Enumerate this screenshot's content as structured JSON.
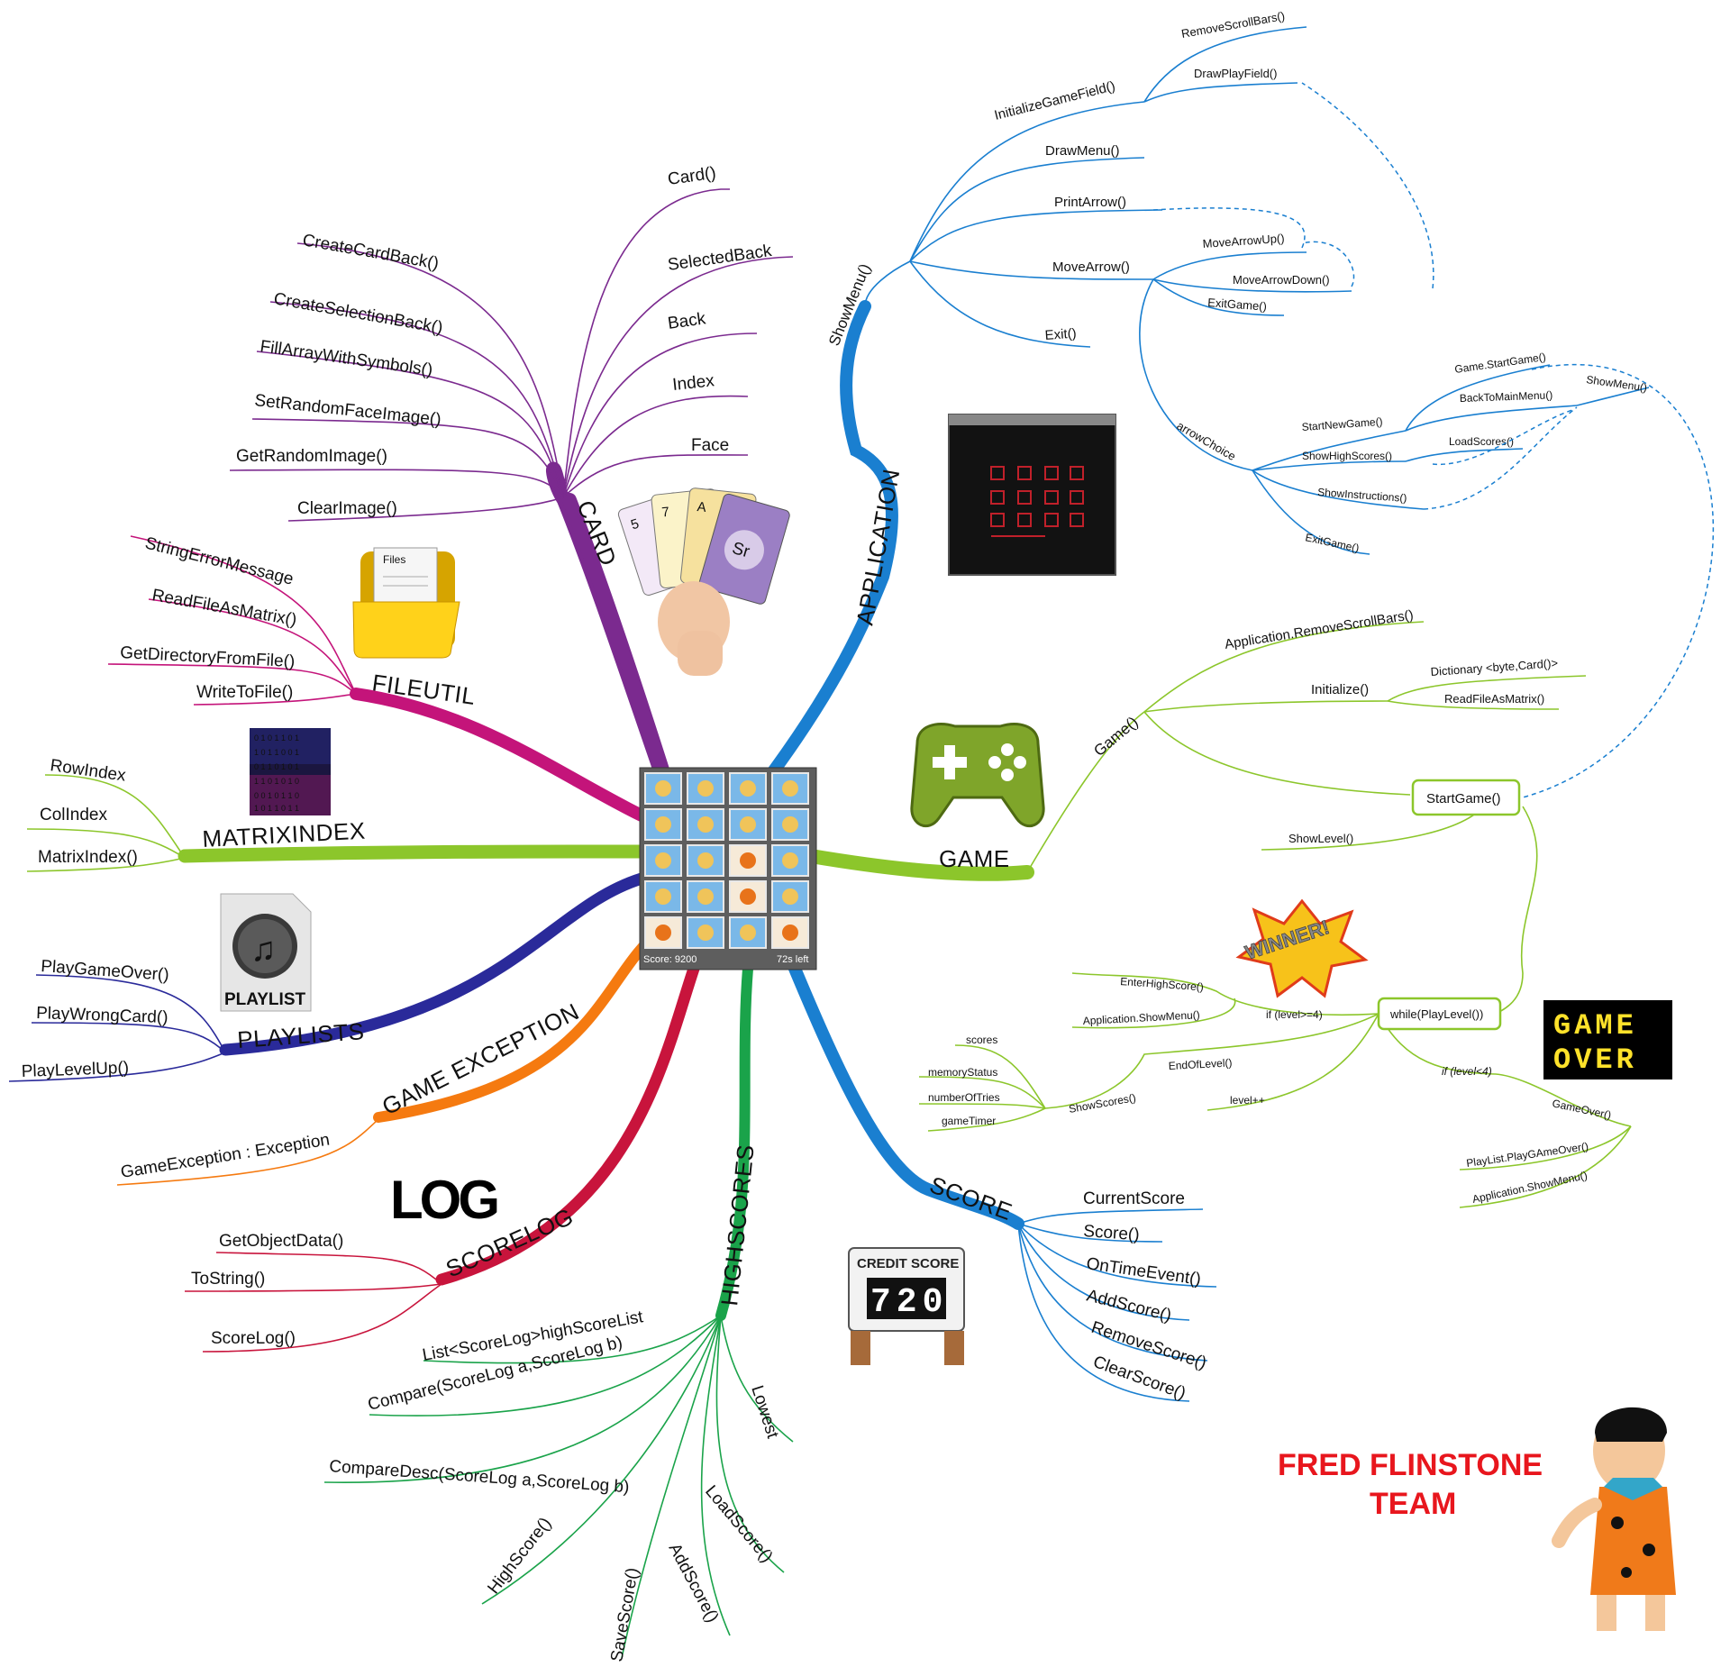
{
  "colors": {
    "card": "#7b2a8f",
    "application": "#1a7fd0",
    "game": "#8cc62b",
    "score": "#1a7fd0",
    "highscores": "#1aa34a",
    "scorelog": "#c8143c",
    "gameexception": "#f57a10",
    "playlists": "#2a2a9a",
    "matrixindex": "#8cc62b",
    "fileutil": "#c4147a",
    "team": "#e8161d"
  },
  "center": {
    "score_label": "Score: 9200",
    "time_label": "72s left"
  },
  "card": {
    "title": "CARD",
    "items": [
      "Card()",
      "SelectedBack",
      "Back",
      "Index",
      "Face",
      "CreateCardBack()",
      "CreateSelectionBack()",
      "FillArrayWithSymbols()",
      "SetRandomFaceImage()",
      "GetRandomImage()",
      "ClearImage()"
    ]
  },
  "fileutil": {
    "title": "FILEUTIL",
    "items": [
      "StringErrorMessage",
      "ReadFileAsMatrix()",
      "GetDirectoryFromFile()",
      "WriteToFile()"
    ],
    "icon_text": "Files"
  },
  "matrixindex": {
    "title": "MATRIXINDEX",
    "items": [
      "RowIndex",
      "ColIndex",
      "MatrixIndex()"
    ]
  },
  "playlists": {
    "title": "PLAYLISTS",
    "items": [
      "PlayGameOver()",
      "PlayWrongCard()",
      "PlayLevelUp()"
    ],
    "icon_text": "PLAYLIST"
  },
  "gameexception": {
    "title": "GAME EXCEPTION",
    "items": [
      "GameException : Exception"
    ]
  },
  "scorelog": {
    "title": "SCORELOG",
    "items": [
      "GetObjectData()",
      "ToString()",
      "ScoreLog()"
    ],
    "logo_text": "LOG"
  },
  "highscores": {
    "title": "HIGHSCORES",
    "items": [
      "List<ScoreLog>highScoreList",
      "Compare(ScoreLog a,ScoreLog b)",
      "CompareDesc(ScoreLog a,ScoreLog b)",
      "HighScore()",
      "SaveScore()",
      "AddScore()",
      "LoadScore()",
      "Lowest"
    ]
  },
  "score": {
    "title": "SCORE",
    "items": [
      "CurrentScore",
      "Score()",
      "OnTimeEvent()",
      "AddScore()",
      "RemoveScore()",
      "ClearScore()"
    ],
    "badge_title": "CREDIT SCORE",
    "badge_value": "720"
  },
  "application": {
    "title": "APPLICATION",
    "showmenu": "ShowMenu()",
    "init": "InitializeGameField()",
    "init_items": [
      "RemoveScrollBars()",
      "DrawPlayField()"
    ],
    "drawmenu": "DrawMenu()",
    "printarrow": "PrintArrow()",
    "movearrow": "MoveArrow()",
    "movearrow_items": [
      "MoveArrowUp()",
      "MoveArrowDown()",
      "ExitGame()"
    ],
    "exit": "Exit()",
    "arrowchoice": "arrowChoice",
    "choice_items": [
      "StartNewGame()",
      "ShowHighScores()",
      "ShowInstructions()",
      "ExitGame()"
    ],
    "startnew_items": [
      "Game.StartGame()",
      "BackToMainMenu()",
      "ShowMenu()"
    ],
    "highscores_item": "LoadScores()"
  },
  "game": {
    "title": "GAME",
    "ctor": "Game()",
    "ctor_items": [
      "Application.RemoveScrollBars()",
      "Initialize()",
      "StartGame()"
    ],
    "init_items": [
      "Dictionary <byte,Card()>",
      "ReadFileAsMatrix()"
    ],
    "showlevel": "ShowLevel()",
    "while": "while(PlayLevel())",
    "win_branch": "if (level>=4)",
    "win_items": [
      "EnterHighScore()",
      "Application.ShowMenu()"
    ],
    "endoflevel": "EndOfLevel()",
    "showscores": "ShowScores()",
    "showscores_items": [
      "scores",
      "memoryStatus",
      "numberOfTries",
      "gameTimer"
    ],
    "levelpp": "level++",
    "lose_branch": "if (level<4)",
    "gameover": "GameOver()",
    "gameover_items": [
      "PlayList.PlayGAmeOver()",
      "Application.ShowMenu()"
    ],
    "winner_text": "WINNER!",
    "gameover_badge": [
      "GAME",
      "OVER"
    ]
  },
  "team": {
    "line1": "FRED FLINSTONE",
    "line2": "TEAM"
  }
}
